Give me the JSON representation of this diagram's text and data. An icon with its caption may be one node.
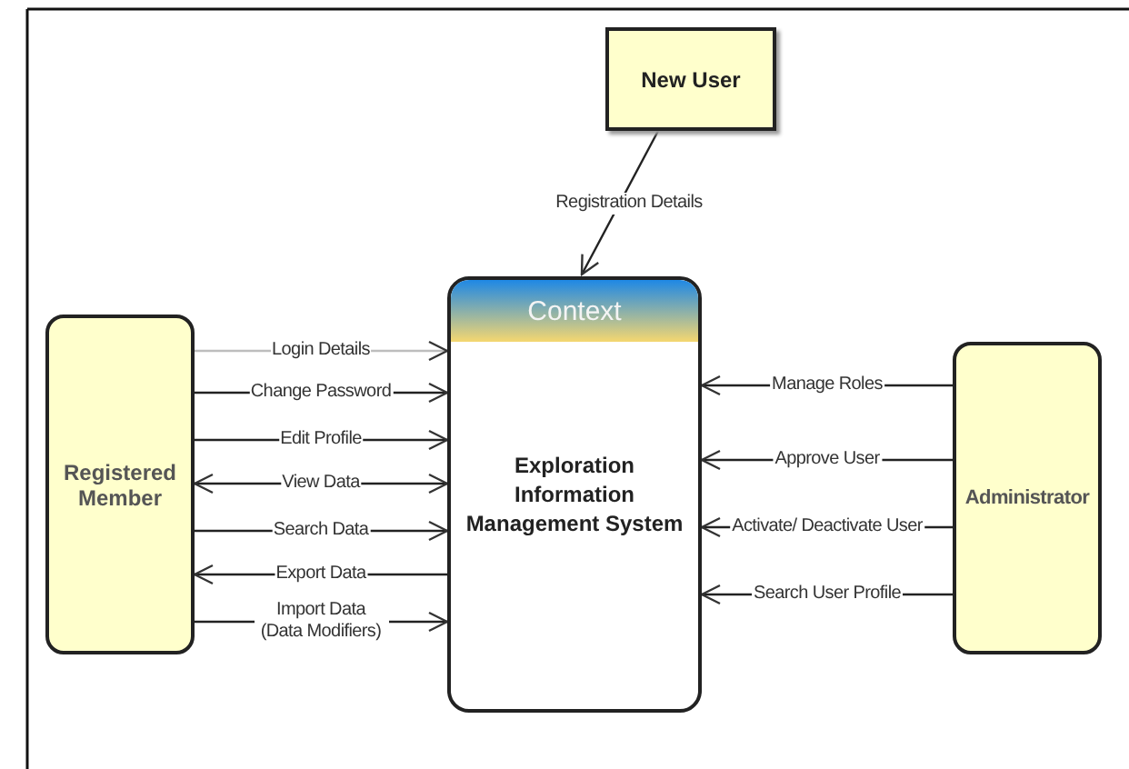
{
  "diagram": {
    "nodes": [
      {
        "text": [
          "New User"
        ]
      },
      {
        "text": [
          "Context",
          "Exploration Information Management System"
        ]
      },
      {
        "text": [
          "Registered Member"
        ]
      },
      {
        "text": [
          "Administrator"
        ]
      }
    ],
    "edges": [
      {
        "from": 0,
        "to": 1,
        "arrow": "to",
        "label": "Registration Details"
      },
      {
        "from": 2,
        "to": 1,
        "arrow": "to",
        "label": "Login Details",
        "color": "#bdbdbd"
      },
      {
        "from": 2,
        "to": 1,
        "arrow": "to",
        "label": "Change Password"
      },
      {
        "from": 2,
        "to": 1,
        "arrow": "to",
        "label": "Edit Profile"
      },
      {
        "from": 2,
        "to": 1,
        "arrow": "both",
        "label": "View Data"
      },
      {
        "from": 2,
        "to": 1,
        "arrow": "to",
        "label": "Search Data"
      },
      {
        "from": 1,
        "to": 2,
        "arrow": "to",
        "label": "Export Data"
      },
      {
        "from": 2,
        "to": 1,
        "arrow": "to",
        "label": "Import Data (Data Modifiers)"
      },
      {
        "from": 3,
        "to": 1,
        "arrow": "to",
        "label": "Manage Roles"
      },
      {
        "from": 3,
        "to": 1,
        "arrow": "to",
        "label": "Approve User"
      },
      {
        "from": 3,
        "to": 1,
        "arrow": "to",
        "label": "Activate/ Deactivate User"
      },
      {
        "from": 3,
        "to": 1,
        "arrow": "to",
        "label": "Search User Profile"
      }
    ]
  }
}
